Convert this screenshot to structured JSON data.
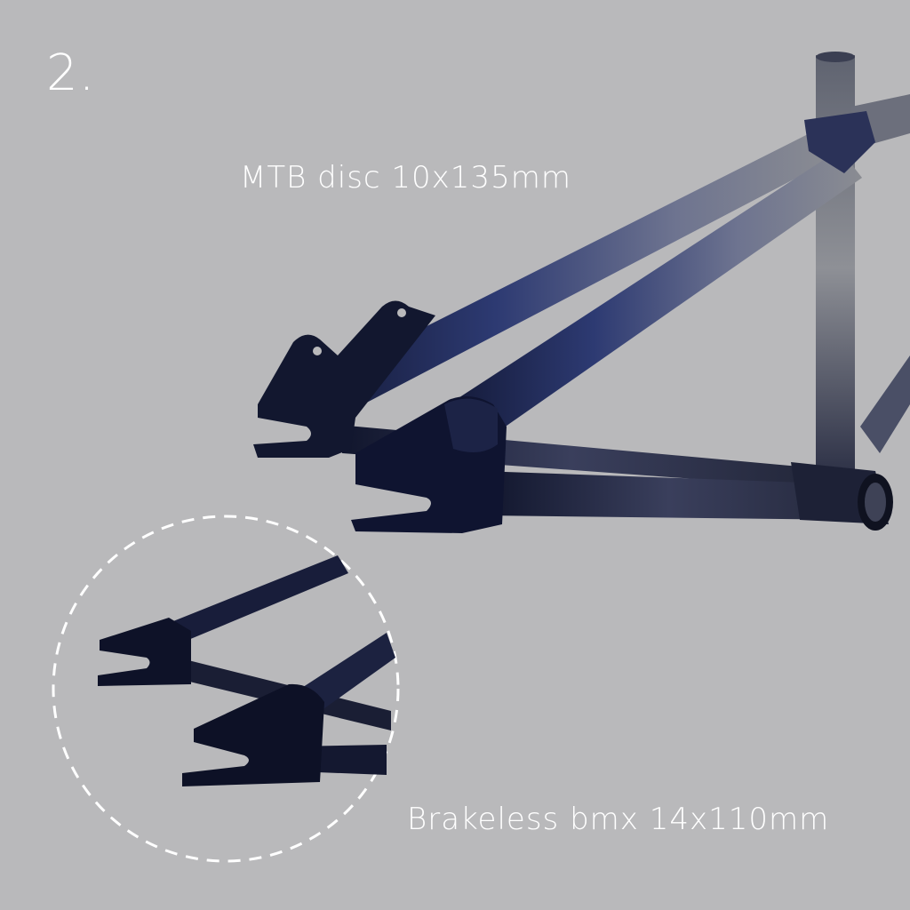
{
  "step_number": "2.",
  "label_mtb": "MTB disc 10x135mm",
  "label_bmx": "Brakeless bmx 14x110mm",
  "colors": {
    "background": "#b9b9bb",
    "frame_dark": "#11162e",
    "frame_blue": "#2a3566",
    "frame_raw": "#7d7f86",
    "text": "#ffffff"
  }
}
